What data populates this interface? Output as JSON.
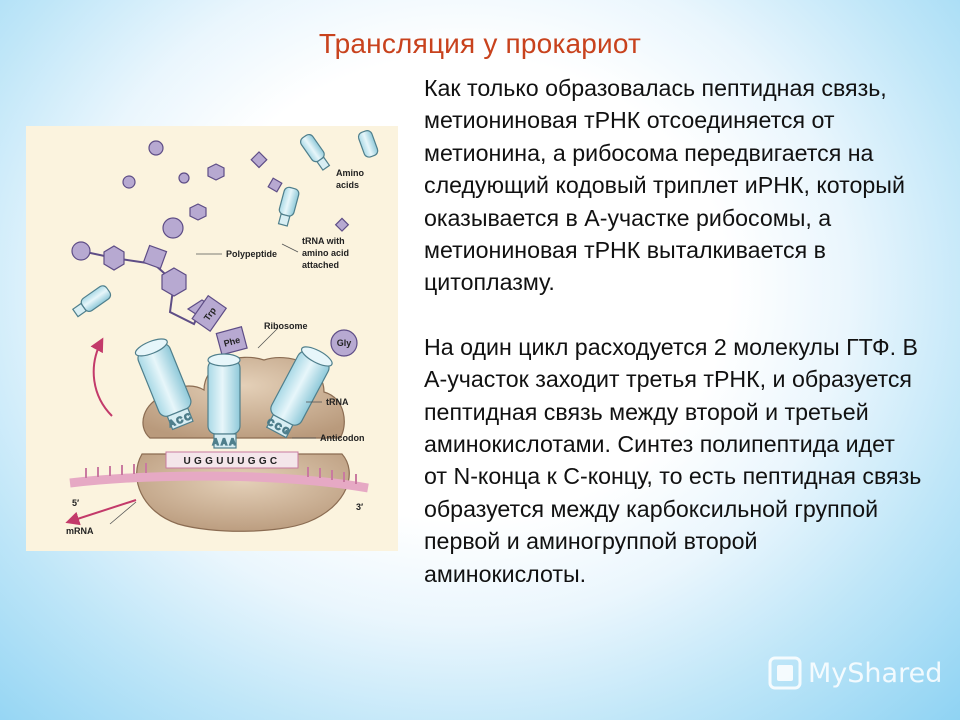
{
  "slide": {
    "title": "Трансляция у прокариот",
    "paragraphs": [
      "Как только образовалась пептидная связь, метиониновая тРНК отсоединяется от метионина, а рибосома передвигается на следующий кодовый триплет иРНК, который оказывается в А-участке рибосомы, а метиониновая тРНК выталкивается в цитоплазму.",
      "На один цикл расходуется 2 молекулы ГТФ. В А-участок заходит третья тРНК, и образуется пептидная связь между второй и третьей аминокислотами. Синтез полипептида идет от N-конца к С-концу, то есть пептидная связь образуется между карбоксильной группой первой и аминогруппой второй аминокислоты."
    ]
  },
  "figure": {
    "labels": {
      "amino_acids_line1": "Amino",
      "amino_acids_line2": "acids",
      "polypeptide": "Polypeptide",
      "trna_attached_line1": "tRNA with",
      "trna_attached_line2": "amino acid",
      "trna_attached_line3": "attached",
      "ribosome": "Ribosome",
      "trna": "tRNA",
      "anticodon": "Anticodon",
      "mrna": "mRNA",
      "five_prime": "5′",
      "three_prime": "3′"
    },
    "amino_acid_tags": [
      "Trp",
      "Phe",
      "Gly"
    ],
    "mrna_codons": "UGGUUUGGC",
    "anticodons": [
      "ACC",
      "AAA",
      "CCG"
    ]
  },
  "watermark": {
    "text": "MyShared"
  }
}
